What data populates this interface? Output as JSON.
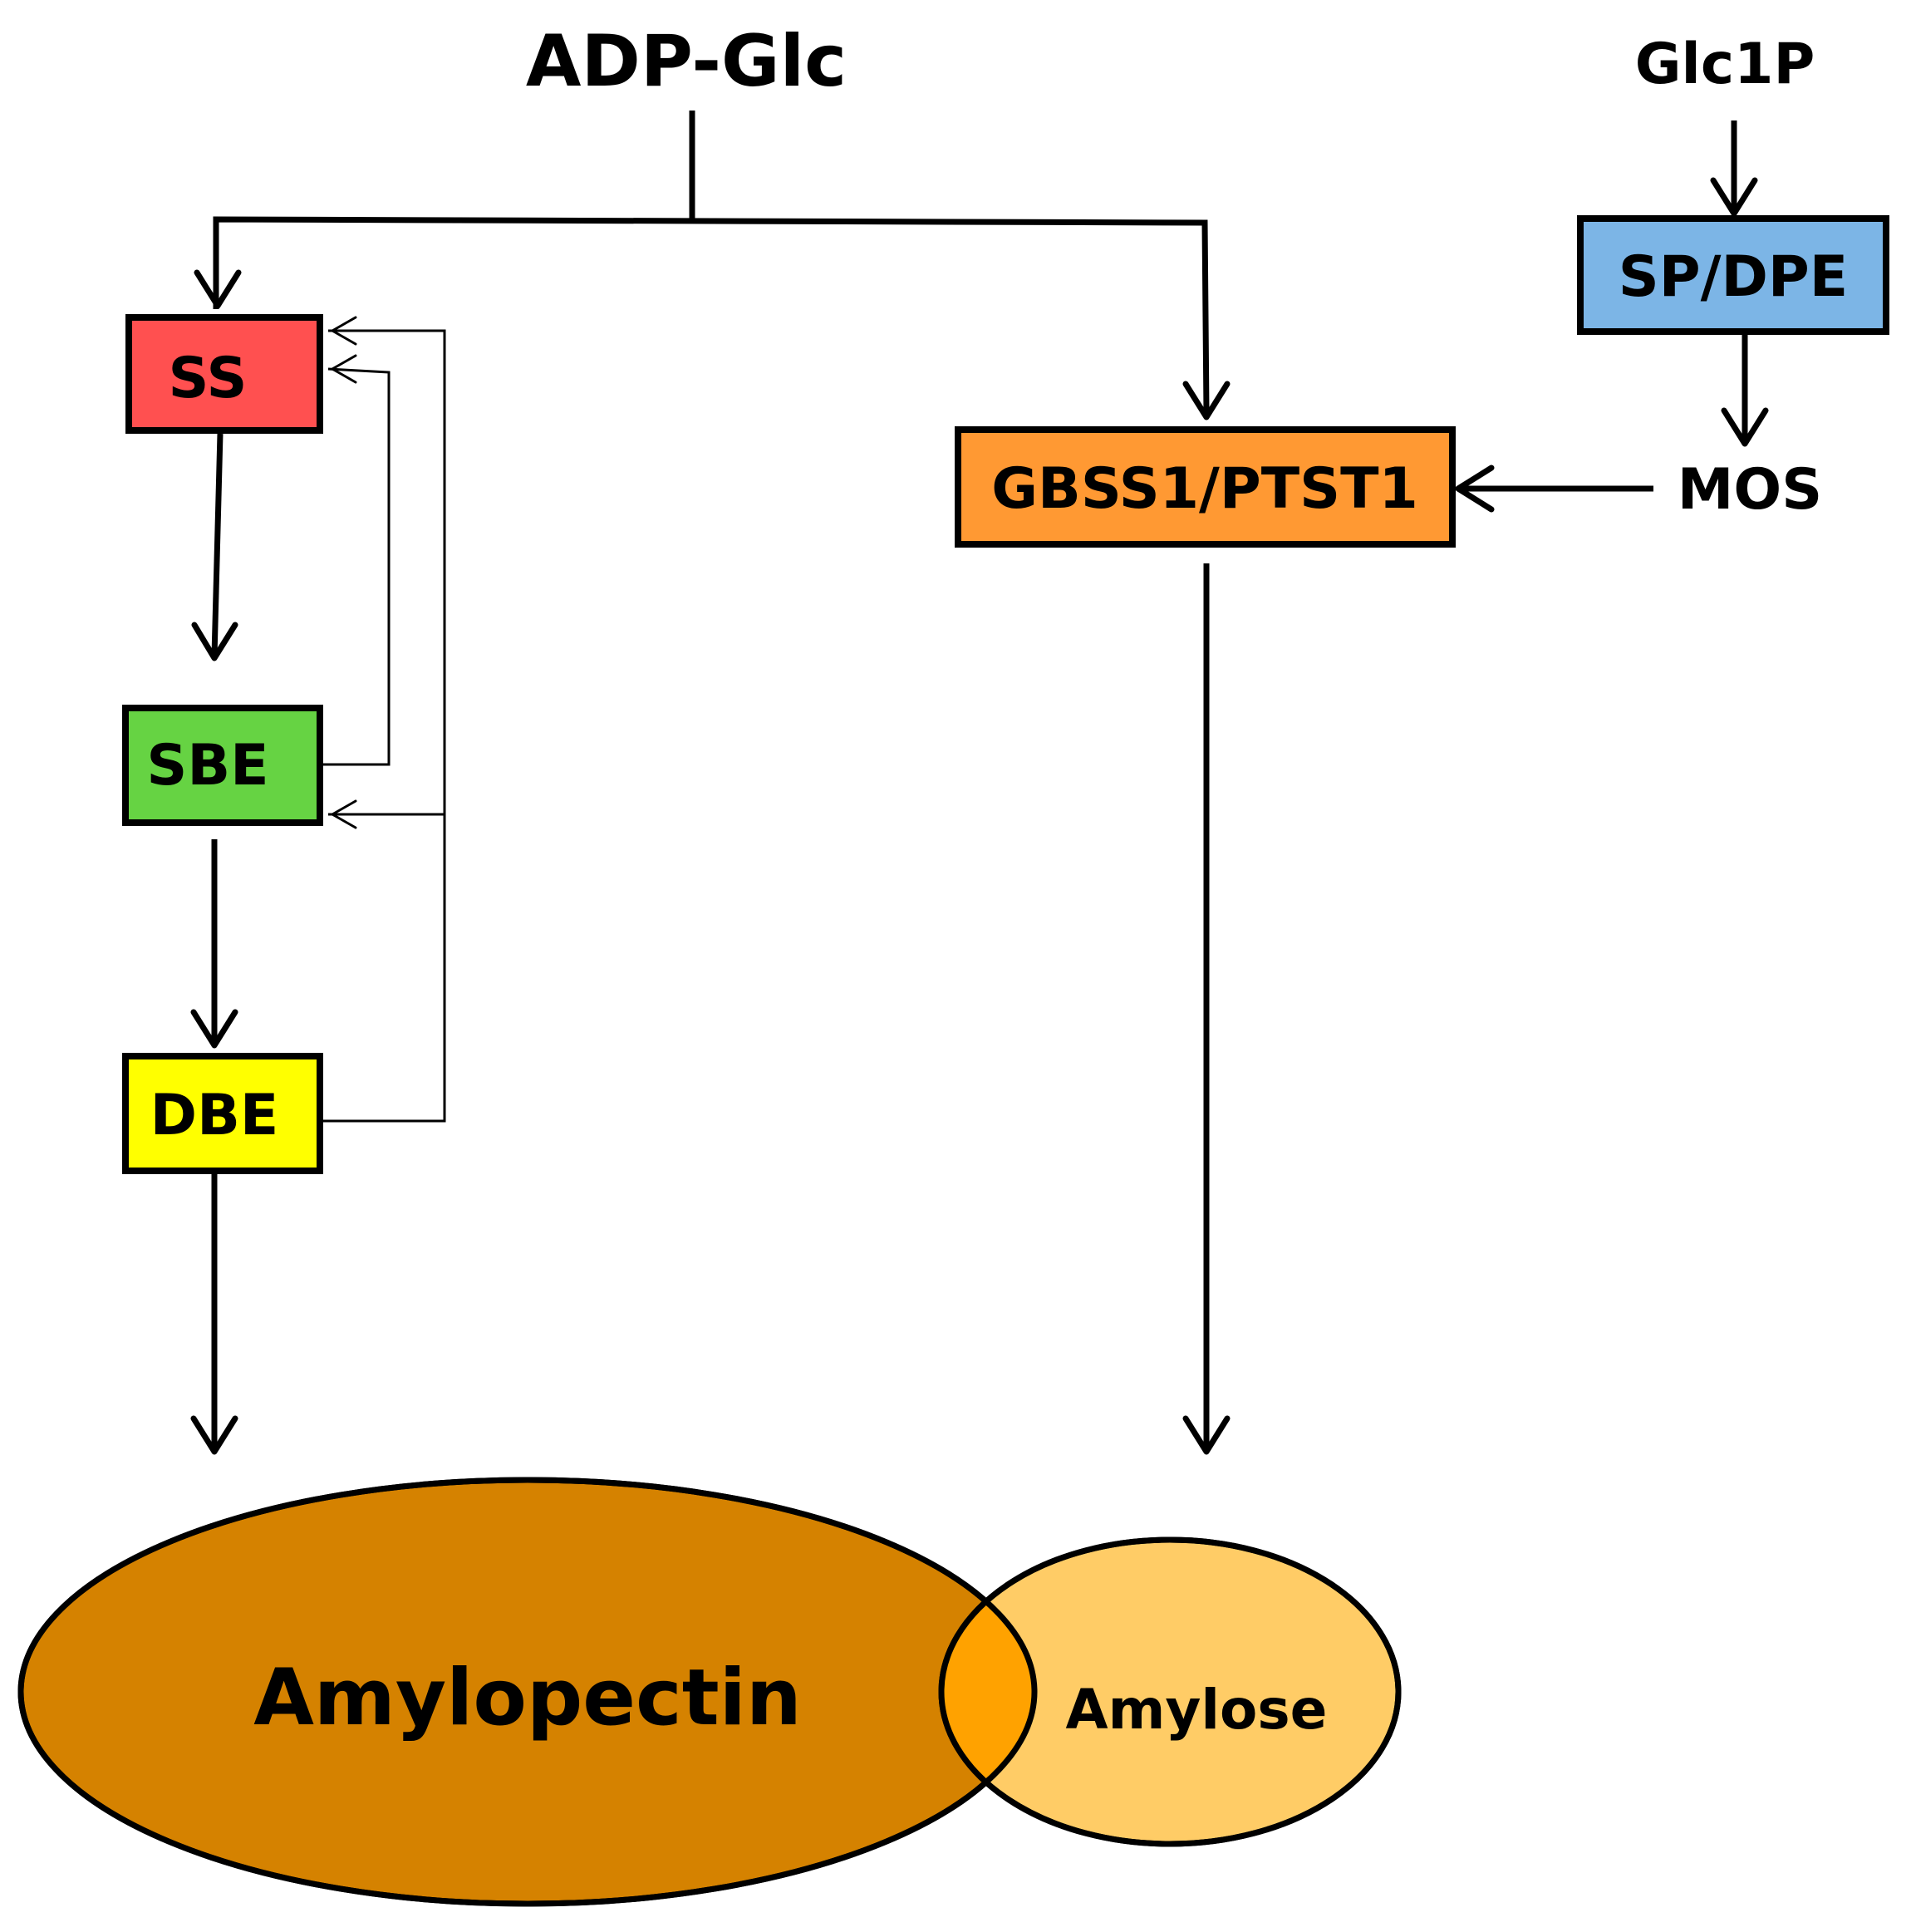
{
  "substrates": {
    "adp_glc": "ADP-Glc",
    "glc1p": "Glc1P",
    "mos": "MOS"
  },
  "enzymes": {
    "ss": {
      "label": "SS",
      "color": "#FF5050"
    },
    "sbe": {
      "label": "SBE",
      "color": "#66D343"
    },
    "dbe": {
      "label": "DBE",
      "color": "#FFFF00"
    },
    "gbss": {
      "label": "GBSS1/PTST1",
      "color": "#FF9933"
    },
    "spdpe": {
      "label": "SP/DPE",
      "color": "#7CB5E6"
    }
  },
  "products": {
    "amylopectin": {
      "label": "Amylopectin",
      "color": "#D58200"
    },
    "amylose": {
      "label": "Amylose",
      "color": "#FFCC66"
    },
    "overlap_color": "#FFA200"
  }
}
